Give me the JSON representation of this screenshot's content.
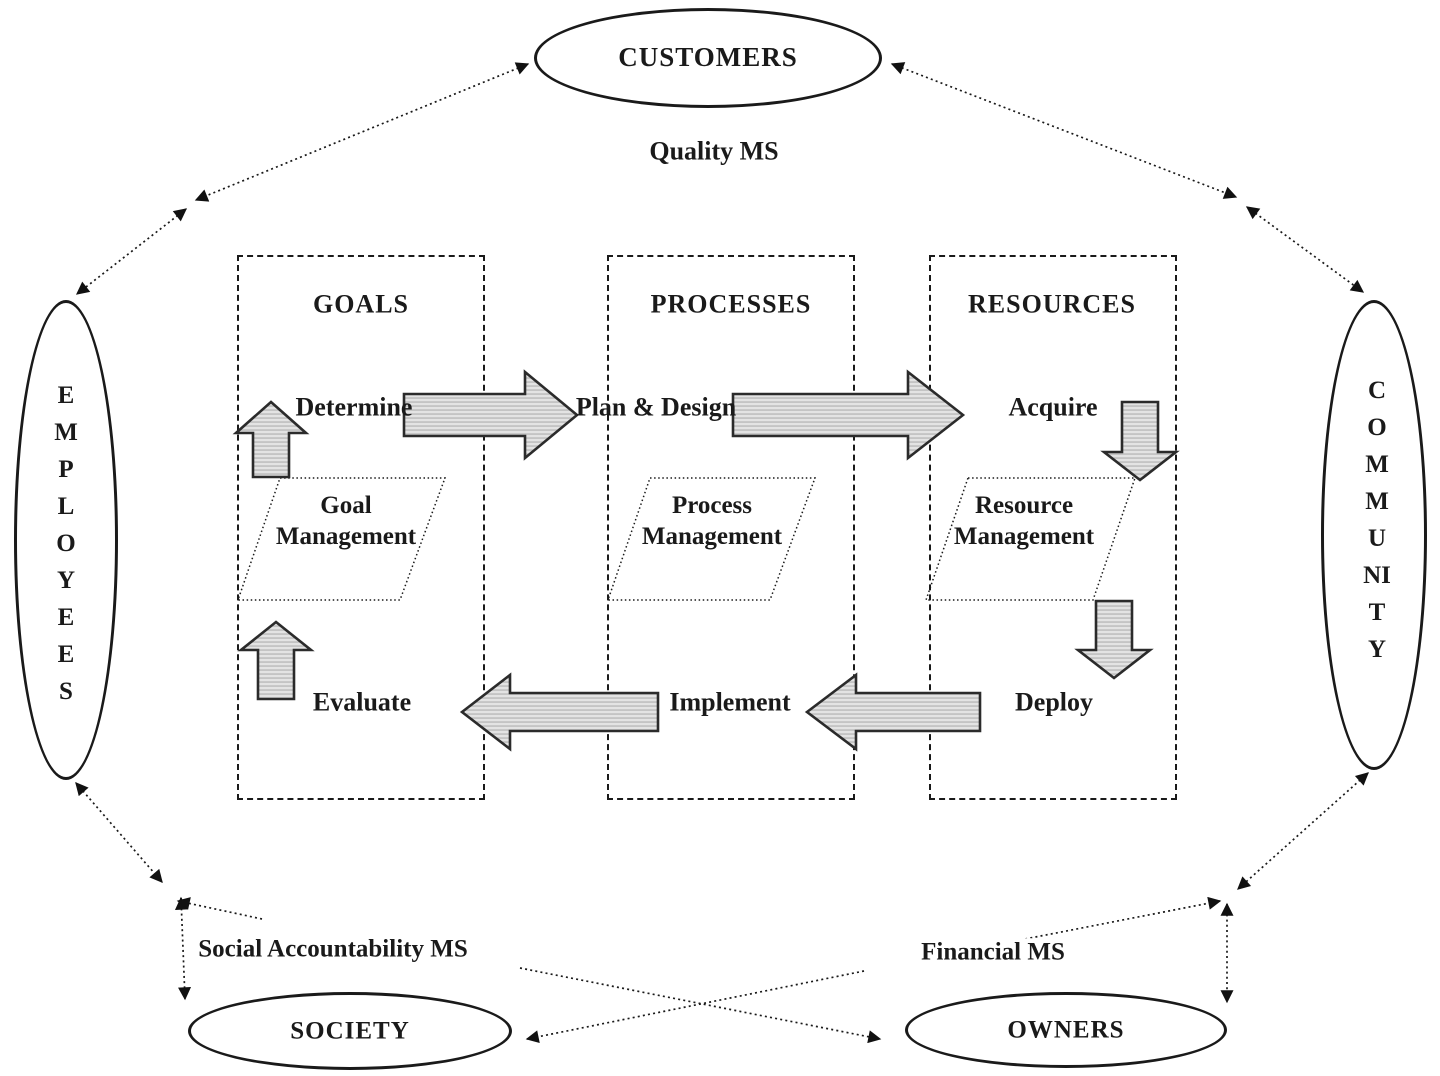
{
  "stakeholders": {
    "customers": "CUSTOMERS",
    "employees": "EMPLOYEES",
    "community": "COMMUNITY",
    "society": "SOCIETY",
    "owners": "OWNERS"
  },
  "ms_labels": {
    "quality": "Quality MS",
    "social": "Social Accountability MS",
    "financial": "Financial MS"
  },
  "columns": [
    {
      "title": "GOALS",
      "action_top": "Determine",
      "mgmt_line1": "Goal",
      "mgmt_line2": "Management",
      "action_bottom": "Evaluate"
    },
    {
      "title": "PROCESSES",
      "action_top": "Plan & Design",
      "mgmt_line1": "Process",
      "mgmt_line2": "Management",
      "action_bottom": "Implement"
    },
    {
      "title": "RESOURCES",
      "action_top": "Acquire",
      "mgmt_line1": "Resource",
      "mgmt_line2": "Management",
      "action_bottom": "Deploy"
    }
  ],
  "colors": {
    "ink": "#1a1a1a",
    "arrow_fill": "#e3e3e3",
    "arrow_stripe": "#b6b6b6",
    "background": "#ffffff"
  }
}
